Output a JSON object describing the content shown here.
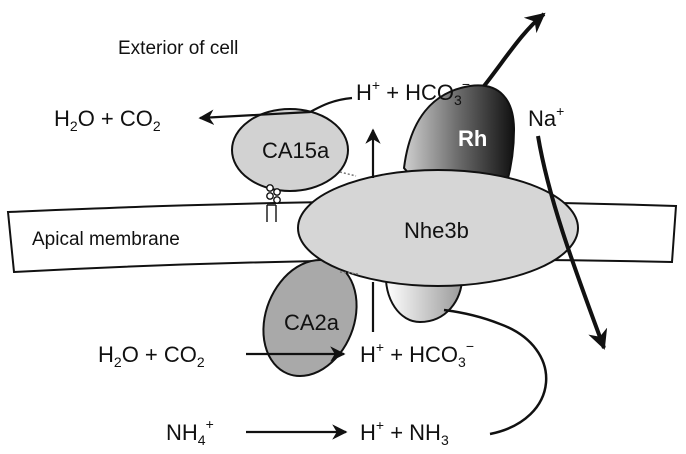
{
  "diagram": {
    "exterior_label": "Exterior of cell",
    "membrane_label": "Apical membrane",
    "proteins": {
      "ca15a": "CA15a",
      "ca2a": "CA2a",
      "nhe3b": "Nhe3b",
      "rh": "Rh"
    },
    "top": {
      "h2o_co2_h": "H",
      "h2o_co2_2": "2",
      "h2o_co2_rest": "O + CO",
      "h2o_co2_sub": "2",
      "h_hco3_h": "H",
      "h_hco3_plus": "+",
      "h_hco3_mid": " + HCO",
      "h_hco3_3": "3",
      "h_hco3_minus": "−"
    },
    "na": {
      "base": "Na",
      "sup": "+"
    },
    "bottom": {
      "h2o_h": "H",
      "h2o_2": "2",
      "h2o_rest": "O + CO",
      "h2o_sub": "2",
      "hhco3_h": "H",
      "hhco3_plus": "+",
      "hhco3_mid": " + HCO",
      "hhco3_3": "3",
      "hhco3_minus": "−",
      "nh4_base": "NH",
      "nh4_sub": "4",
      "nh4_sup": "+",
      "hnh3_h": "H",
      "hnh3_plus": "+",
      "hnh3_rest": " + NH",
      "hnh3_sub": "3"
    },
    "colors": {
      "protein_light": "#d6d6d6",
      "protein_mid": "#a8a8a8",
      "rh_dark": "#1a1a1a",
      "membrane_fill": "#ffffff",
      "stroke": "#111111"
    }
  }
}
